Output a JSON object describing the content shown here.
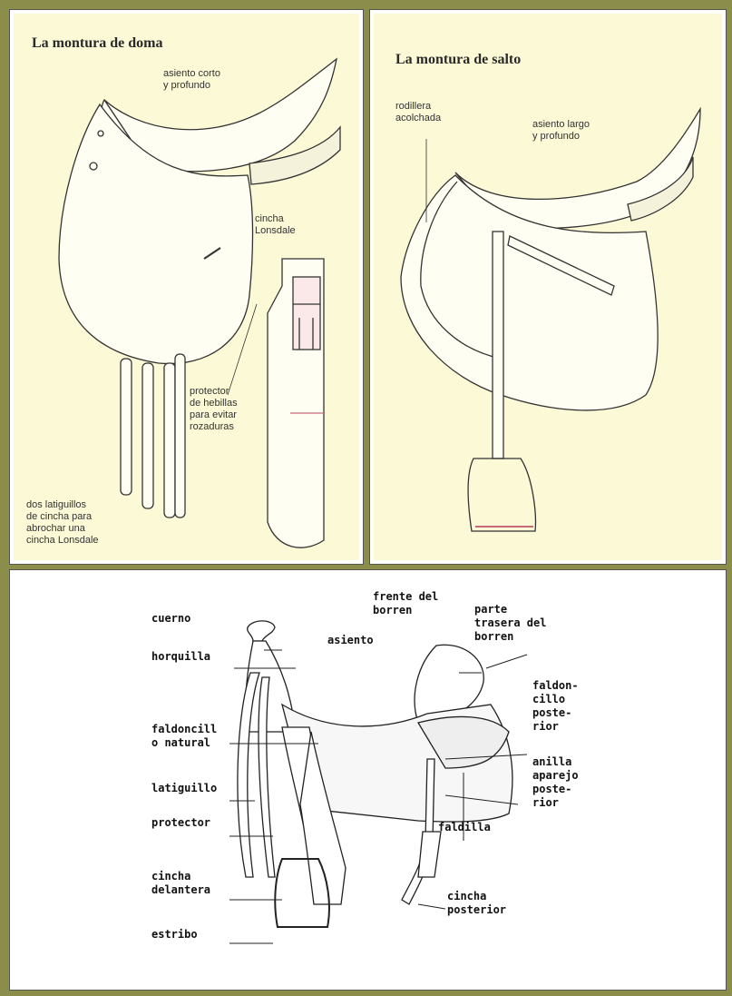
{
  "dressage": {
    "title": "La montura de doma",
    "labels": {
      "seat": "asiento corto\ny profundo",
      "girth": "cincha\nLonsdale",
      "buckle_guard": "protector\nde hebillas\npara evitar\nrozaduras",
      "billets": "dos latiguillos\nde cincha para\nabrochar una\ncincha Lonsdale"
    }
  },
  "jumping": {
    "title": "La montura de salto",
    "labels": {
      "knee_roll": "rodillera\nacolchada",
      "seat": "asiento largo\ny profundo"
    }
  },
  "western": {
    "labels": {
      "horn": "cuerno",
      "fork": "horquilla",
      "seat": "asiento",
      "cantle_front": "frente del\nborren",
      "cantle_back": "parte\ntrasera del\nborren",
      "rear_jockey": "faldon-\ncillo\nposte-\nrior",
      "natural_jockey": "faldoncill\no natural",
      "latigo": "latiguillo",
      "rear_rigging": "anilla\naparejo\nposte-\nrior",
      "fender": "faldilla",
      "guard": "protector",
      "front_cinch": "cincha\ndelantera",
      "rear_cinch": "cincha\nposterior",
      "stirrup": "estribo"
    }
  }
}
